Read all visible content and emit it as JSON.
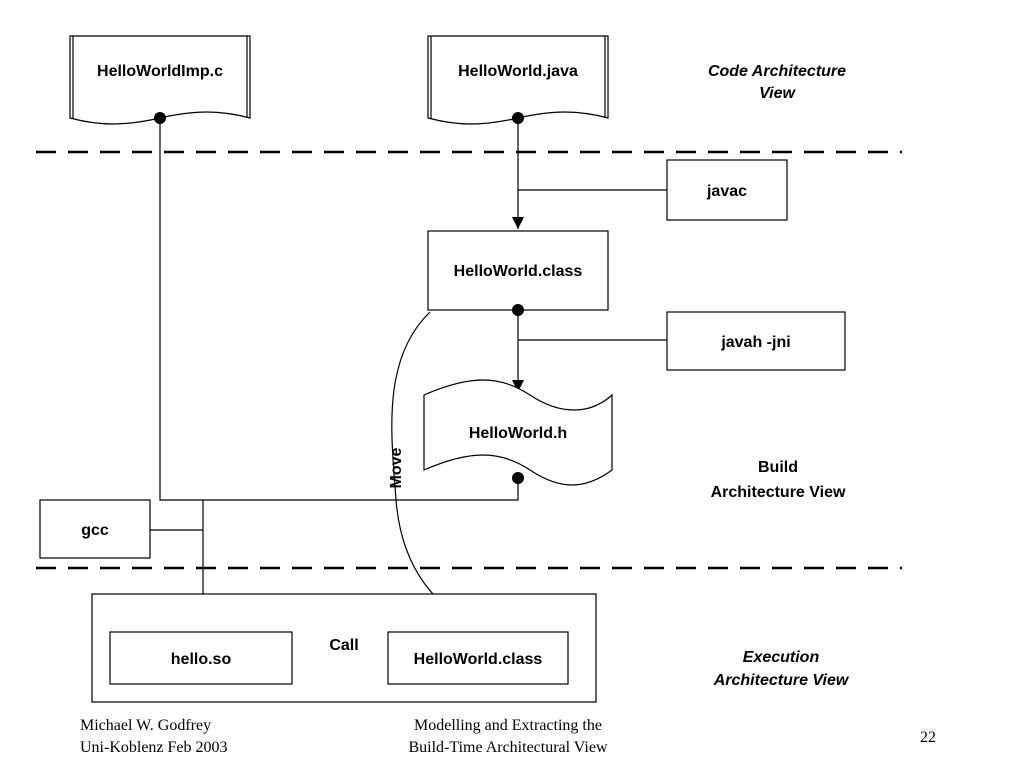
{
  "views": {
    "code": [
      "Code Architecture",
      "View"
    ],
    "build": [
      "Build",
      "Architecture View"
    ],
    "execution": [
      "Execution",
      "Architecture View"
    ]
  },
  "nodes": {
    "helloworldimp_c": "HelloWorldImp.c",
    "helloworld_java": "HelloWorld.java",
    "javac": "javac",
    "helloworld_class_build": "HelloWorld.class",
    "javah": "javah -jni",
    "helloworld_h": "HelloWorld.h",
    "gcc": "gcc",
    "hello_so": "hello.so",
    "helloworld_class_exec": "HelloWorld.class"
  },
  "edges": {
    "move": "Move",
    "call": "Call"
  },
  "footer": {
    "author_line1": "Michael W. Godfrey",
    "author_line2": "Uni-Koblenz Feb 2003",
    "title_line1": "Modelling and Extracting the",
    "title_line2": "Build-Time Architectural View",
    "page_number": "22"
  }
}
